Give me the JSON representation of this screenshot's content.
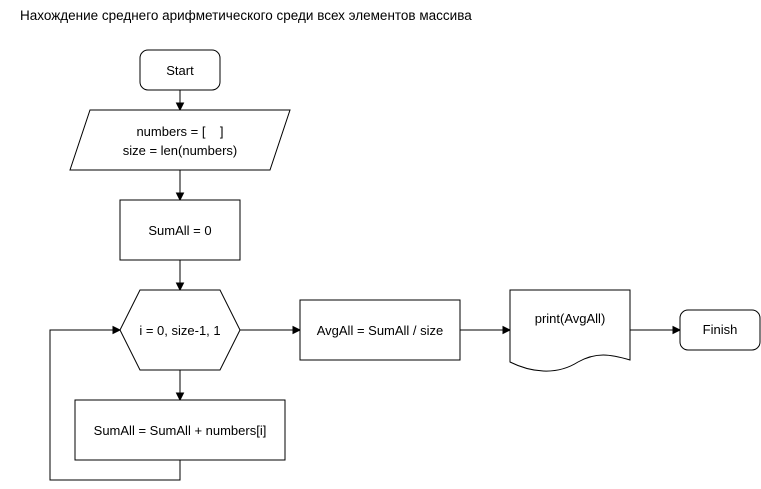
{
  "title": "Нахождение среднего арифметического среди всех элементов массива",
  "nodes": {
    "start": "Start",
    "input_line1": "numbers = [    ]",
    "input_line2": "size = len(numbers)",
    "init": "SumAll = 0",
    "loop": "i = 0, size-1, 1",
    "body": "SumAll = SumAll + numbers[i]",
    "avg": "AvgAll = SumAll / size",
    "print": "print(AvgAll)",
    "finish": "Finish"
  }
}
